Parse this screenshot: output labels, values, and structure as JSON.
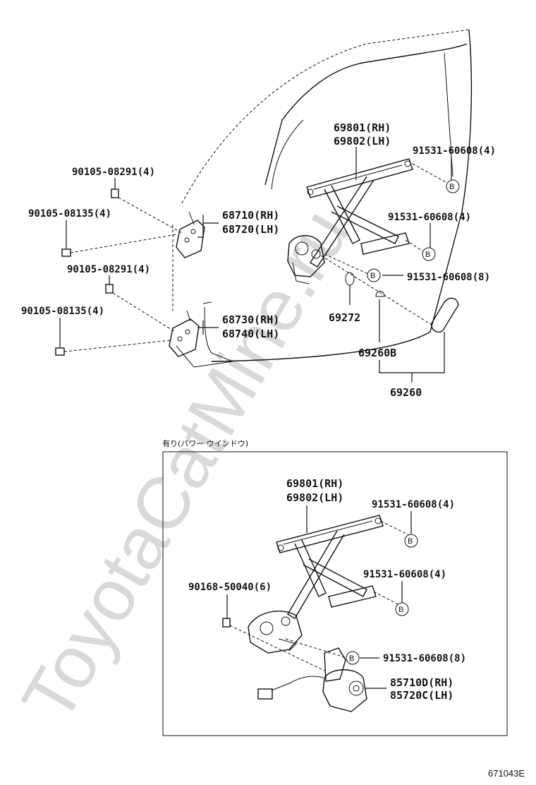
{
  "watermark": "ToyotaCatMine.ru",
  "figure_code": "671043E",
  "b_marker": "B",
  "upper": {
    "regulator_rh": "69801(RH)",
    "regulator_lh": "69802(LH)",
    "bolt_upper_right": "91531-60608(4)",
    "bolt_mid_right": "91531-60608(4)",
    "bolt_lower_right": "91531-60608(8)",
    "hinge_bolt_1": "90105-08291(4)",
    "hinge_bolt_2": "90105-08135(4)",
    "hinge_bolt_3": "90105-08291(4)",
    "hinge_bolt_4": "90105-08135(4)",
    "upper_hinge_rh": "68710(RH)",
    "upper_hinge_lh": "68720(LH)",
    "lower_hinge_rh": "68730(RH)",
    "lower_hinge_lh": "68740(LH)",
    "washer": "69272",
    "handle_sub": "69260B",
    "handle_assy": "69260"
  },
  "power_window": {
    "caption": "有り(パワー ウインドウ)",
    "regulator_rh": "69801(RH)",
    "regulator_lh": "69802(LH)",
    "bolt_upper": "91531-60608(4)",
    "bolt_mid": "91531-60608(4)",
    "bolt_lower": "91531-60608(8)",
    "screw": "90168-50040(6)",
    "motor_rh": "85710D(RH)",
    "motor_lh": "85720C(LH)"
  }
}
